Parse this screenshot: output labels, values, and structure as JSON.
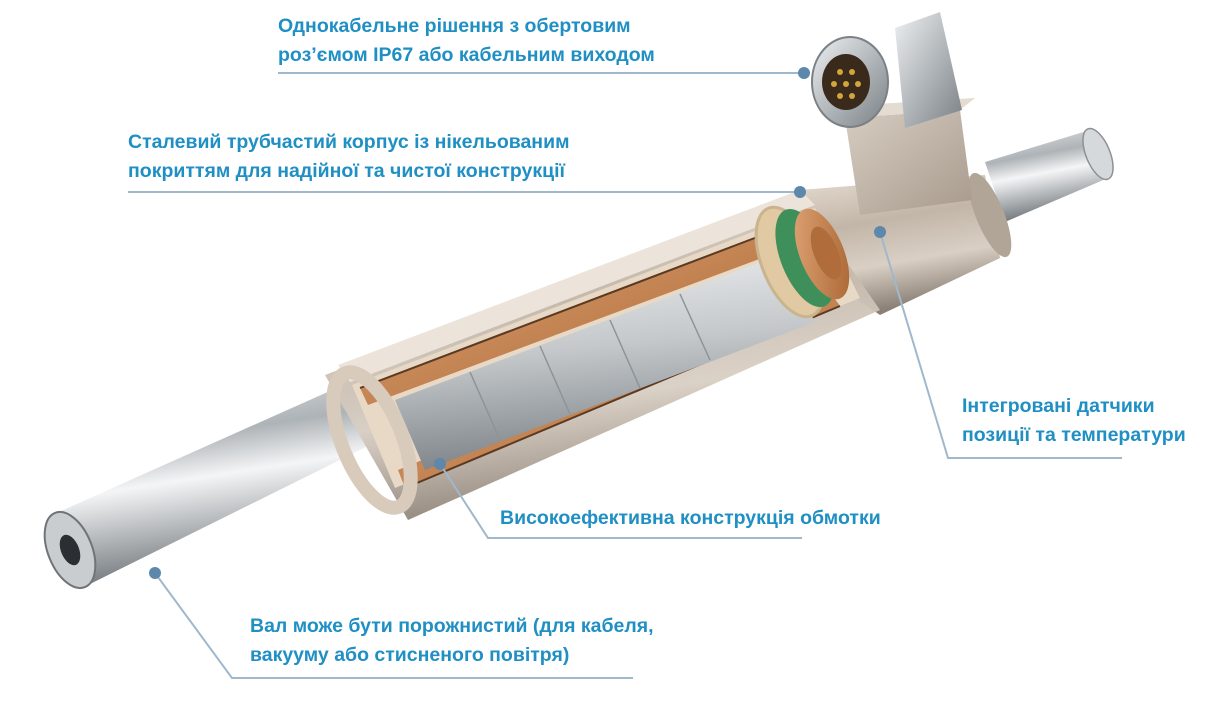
{
  "colors": {
    "label_text": "#1f8fc4",
    "leader_line": "#9fb8cc",
    "dot": "#5d88ab",
    "copper": "#c98452",
    "green_coil": "#3f8f5a",
    "housing": "#c7bcb0",
    "steel": "#b5b9bd"
  },
  "icons": [
    "connector-icon",
    "linear-motor-icon"
  ],
  "callouts": {
    "connector": {
      "line1": "Однокабельне рішення з обертовим",
      "line2": "роз’ємом IP67 або кабельним виходом"
    },
    "housing": {
      "line1": "Сталевий трубчастий корпус із нікельованим",
      "line2": "покриттям для надійної та чистої конструкції"
    },
    "sensors": {
      "line1": "Інтегровані датчики",
      "line2": "позиції та температури"
    },
    "winding": {
      "line1": "Високоефективна конструкція обмотки"
    },
    "shaft": {
      "line1": "Вал може бути порожнистий (для кабеля,",
      "line2": "вакууму або стисненого повітря)"
    }
  }
}
